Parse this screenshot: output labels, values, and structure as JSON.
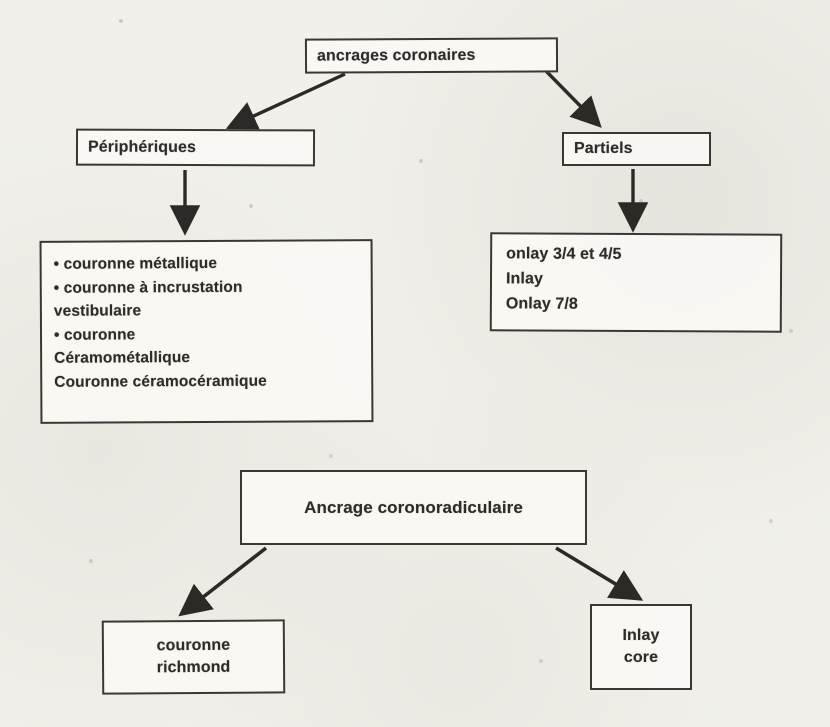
{
  "diagram": {
    "title": "ancrages coronaires",
    "branches": {
      "peripheriques": {
        "label": "Périphériques",
        "lines": [
          "• couronne métallique",
          "• couronne à incrustation",
          "vestibulaire",
          "• couronne",
          "Céramométallique",
          "Couronne céramocéramique"
        ]
      },
      "partiels": {
        "label": "Partiels",
        "lines": [
          "onlay 3/4 et 4/5",
          "Inlay",
          "Onlay 7/8"
        ]
      }
    },
    "coronoradiculaire": {
      "label": "Ancrage coronoradiculaire",
      "children": {
        "richmond": {
          "lines": [
            "couronne",
            "richmond"
          ]
        },
        "inlay_core": {
          "lines": [
            "Inlay",
            "core"
          ]
        }
      }
    }
  }
}
